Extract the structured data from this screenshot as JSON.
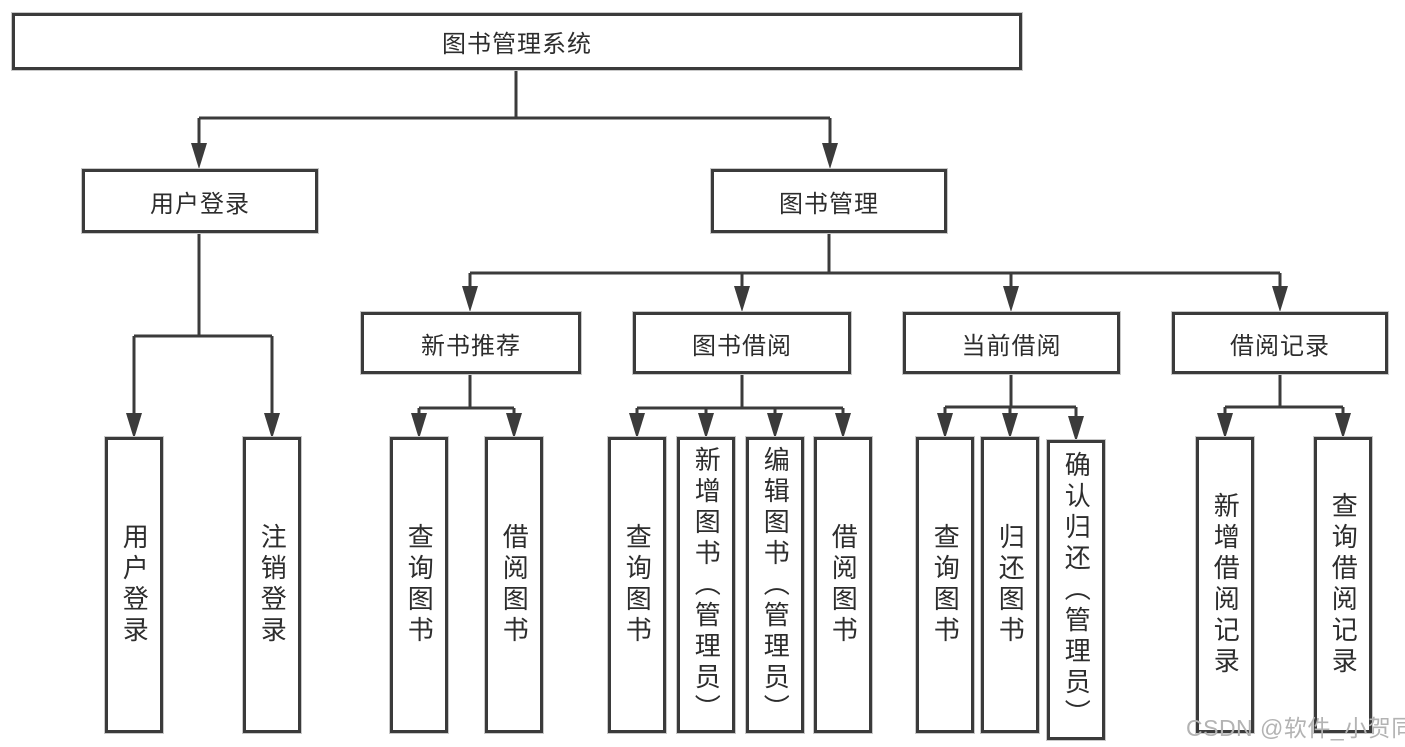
{
  "diagram": {
    "tree": {
      "label": "图书管理系统",
      "children": [
        {
          "label": "用户登录",
          "children": [
            {
              "label": "用户登录"
            },
            {
              "label": "注销登录"
            }
          ]
        },
        {
          "label": "图书管理",
          "children": [
            {
              "label": "新书推荐",
              "children": [
                {
                  "label": "查询图书"
                },
                {
                  "label": "借阅图书"
                }
              ]
            },
            {
              "label": "图书借阅",
              "children": [
                {
                  "label": "查询图书"
                },
                {
                  "label": "新增图书（管理员）"
                },
                {
                  "label": "编辑图书（管理员）"
                },
                {
                  "label": "借阅图书"
                }
              ]
            },
            {
              "label": "当前借阅",
              "children": [
                {
                  "label": "查询图书"
                },
                {
                  "label": "归还图书"
                },
                {
                  "label": "确认归还（管理员）"
                }
              ]
            },
            {
              "label": "借阅记录",
              "children": [
                {
                  "label": "新增借阅记录"
                },
                {
                  "label": "查询借阅记录"
                }
              ]
            }
          ]
        }
      ]
    },
    "watermark": "CSDN @软件_小贺同学",
    "colors": {
      "line": "#3b3b3b",
      "border": "#3b3b3b",
      "text": "#2d2d2d",
      "background": "#ffffff",
      "watermark_text": "#b3b3b3"
    }
  }
}
